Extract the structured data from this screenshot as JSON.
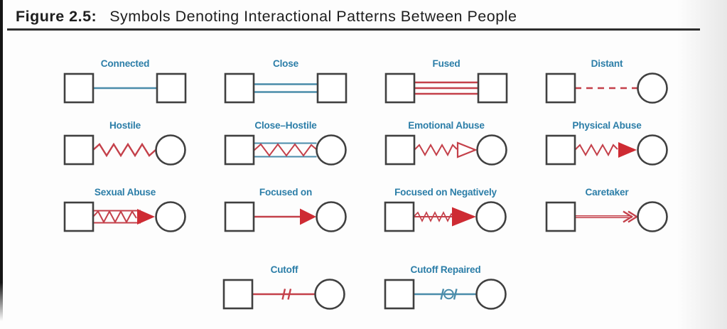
{
  "figure": {
    "figure_label": "Figure 2.5:",
    "figure_title": "Symbols Denoting Interactional Patterns Between People"
  },
  "colors": {
    "label_blue": "#2c7ea8",
    "line_blue": "#4a8caa",
    "line_red": "#c4404a",
    "arrow_red_fill": "#ce2b33",
    "shape_outline": "#404040",
    "title_text": "#1e1e1e"
  },
  "symbols": [
    {
      "label": "Connected",
      "connector": "single solid blue line",
      "line_color": "blue",
      "from_shape": "square",
      "to_shape": "square"
    },
    {
      "label": "Close",
      "connector": "double solid blue lines",
      "line_color": "blue",
      "from_shape": "square",
      "to_shape": "square"
    },
    {
      "label": "Fused",
      "connector": "triple solid red lines",
      "line_color": "red",
      "from_shape": "square",
      "to_shape": "square"
    },
    {
      "label": "Distant",
      "connector": "dashed red line",
      "line_color": "red",
      "from_shape": "square",
      "to_shape": "circle"
    },
    {
      "label": "Hostile",
      "connector": "red zigzag line",
      "line_color": "red",
      "from_shape": "square",
      "to_shape": "circle"
    },
    {
      "label": "Close–Hostile",
      "connector": "red zigzag between double blue lines",
      "line_color": "red-blue",
      "from_shape": "square",
      "to_shape": "circle"
    },
    {
      "label": "Emotional Abuse",
      "connector": "red zigzag with open arrowhead toward circle",
      "line_color": "red",
      "from_shape": "square",
      "to_shape": "circle"
    },
    {
      "label": "Physical Abuse",
      "connector": "red zigzag with filled arrowhead toward circle",
      "line_color": "red",
      "from_shape": "square",
      "to_shape": "circle"
    },
    {
      "label": "Sexual Abuse",
      "connector": "red zigzag between double red lines with filled arrowhead",
      "line_color": "red",
      "from_shape": "square",
      "to_shape": "circle"
    },
    {
      "label": "Focused on",
      "connector": "solid red line with filled arrowhead",
      "line_color": "red",
      "from_shape": "square",
      "to_shape": "circle"
    },
    {
      "label": "Focused on Negatively",
      "connector": "red line with small zigzag and large filled arrowhead",
      "line_color": "red",
      "from_shape": "square",
      "to_shape": "circle"
    },
    {
      "label": "Caretaker",
      "connector": "double red line with double chevron arrowhead",
      "line_color": "red",
      "from_shape": "square",
      "to_shape": "circle"
    },
    {
      "label": "Cutoff",
      "connector": "red line broken by two slanted bars",
      "line_color": "red",
      "from_shape": "square",
      "to_shape": "circle"
    },
    {
      "label": "Cutoff Repaired",
      "connector": "blue line with two bars and small circle between",
      "line_color": "blue",
      "from_shape": "square",
      "to_shape": "circle"
    }
  ]
}
